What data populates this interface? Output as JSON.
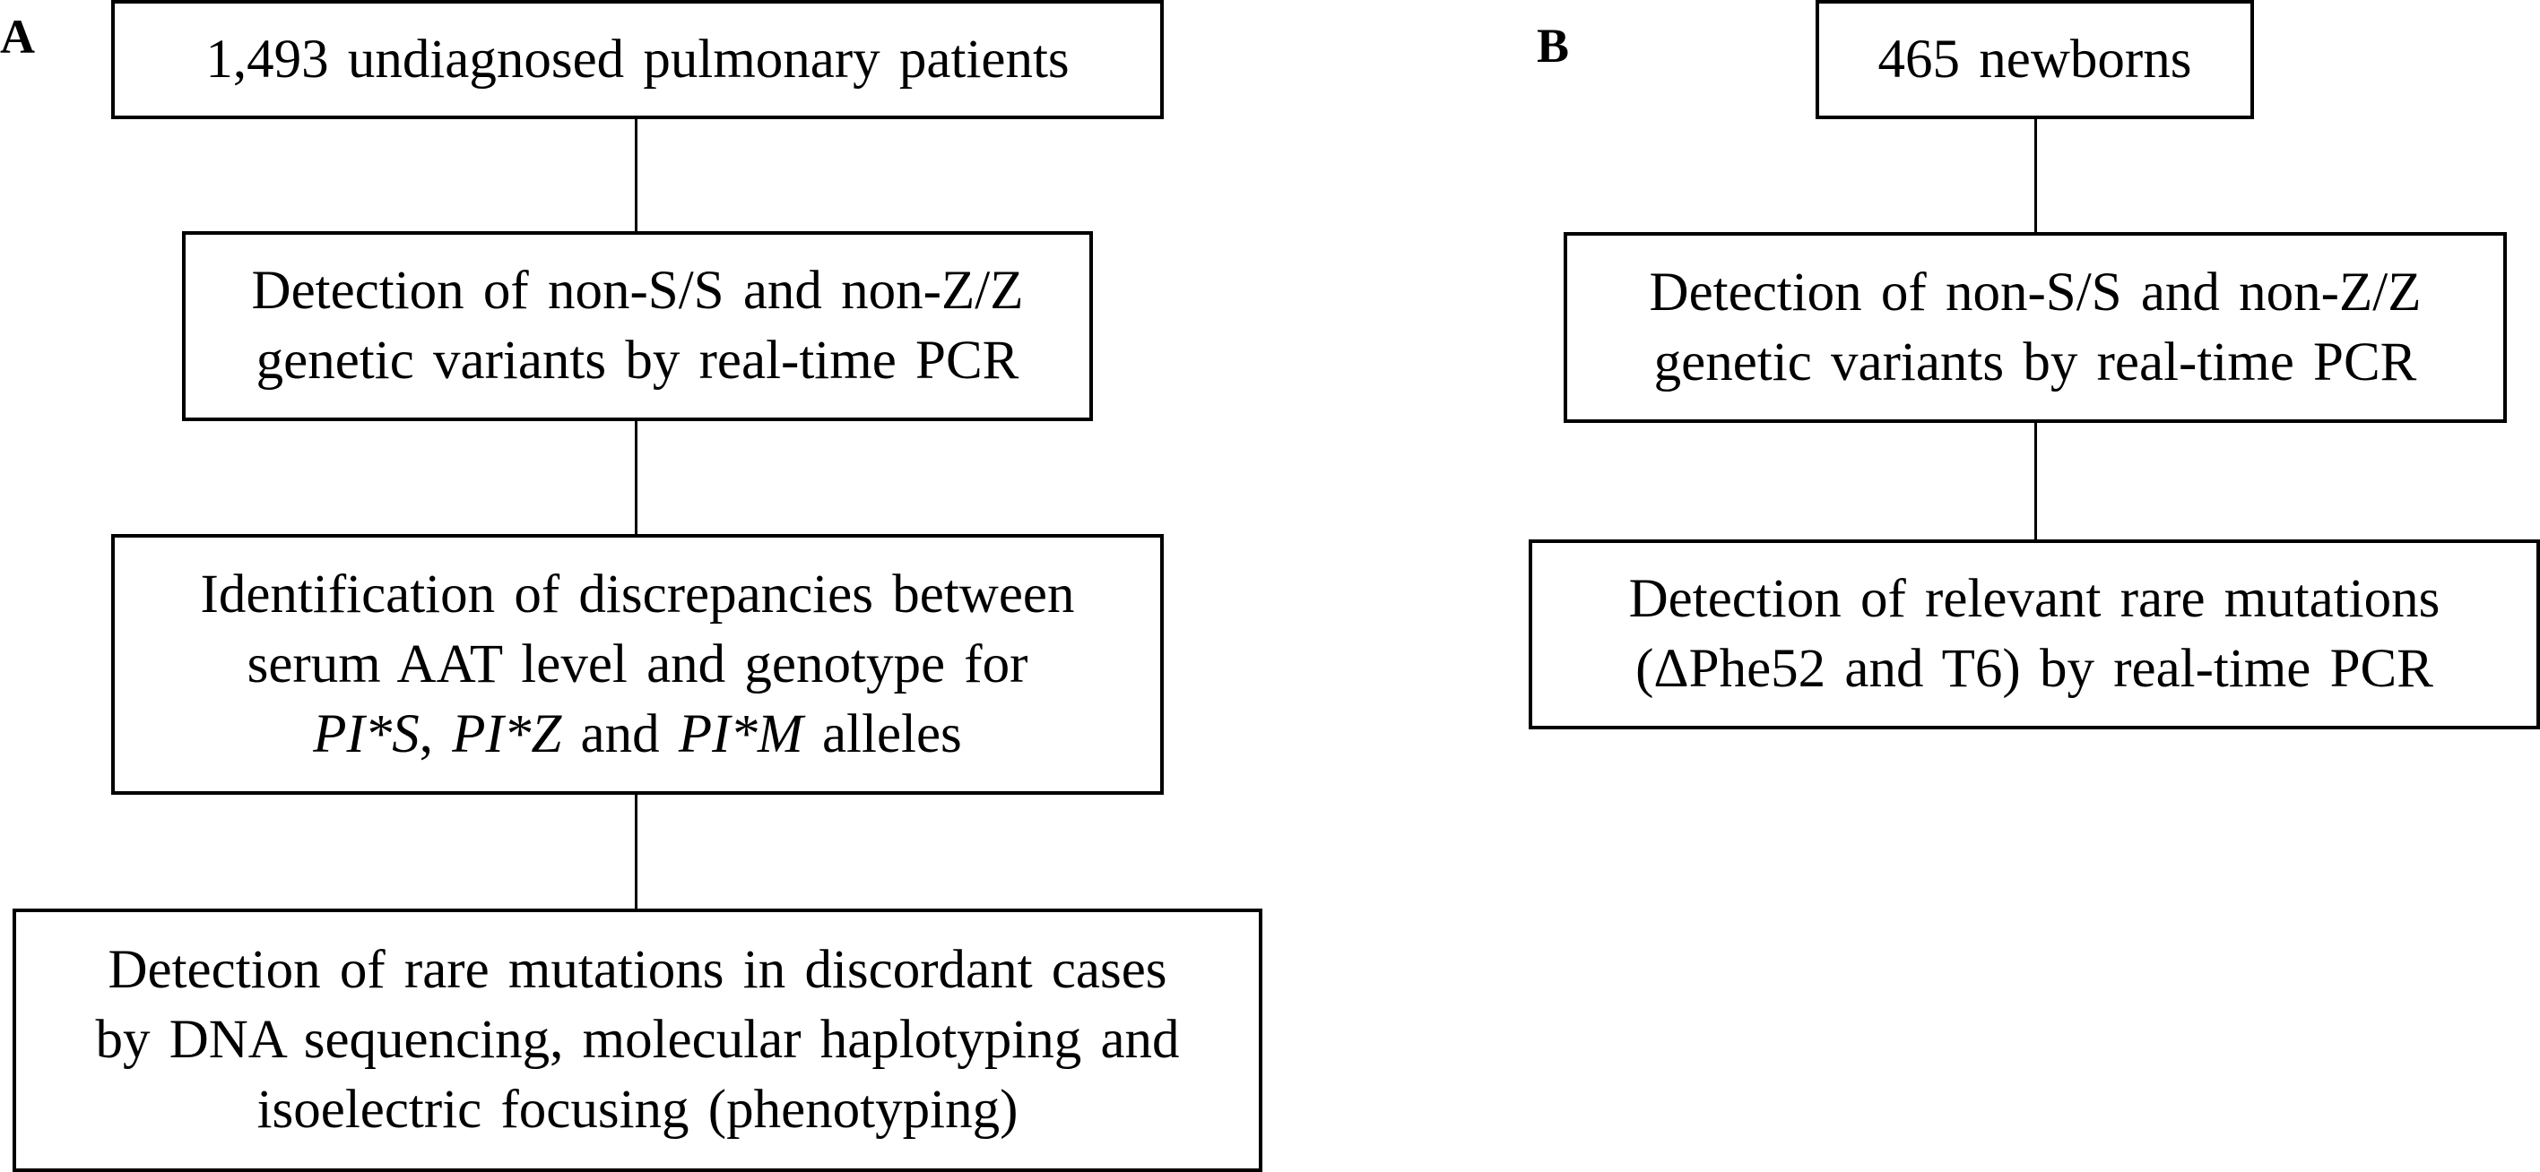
{
  "panel_a": {
    "label": "A",
    "step1": "1,493 undiagnosed pulmonary patients",
    "step2": {
      "line1": "Detection of non-S/S and non-Z/Z",
      "line2": "genetic variants by real-time PCR"
    },
    "step3": {
      "line1": "Identification of discrepancies between",
      "line2": "serum AAT level and genotype for",
      "allele1": "PI*S",
      "sep1": ", ",
      "allele2": "PI*Z",
      "sep2": " and ",
      "allele3": "PI*M",
      "suffix": " alleles"
    },
    "step4": {
      "line1": "Detection of rare mutations in discordant cases",
      "line2": "by DNA sequencing, molecular haplotyping and",
      "line3": "isoelectric focusing (phenotyping)"
    }
  },
  "panel_b": {
    "label": "B",
    "step1": "465 newborns",
    "step2": {
      "line1": "Detection of non-S/S and non-Z/Z",
      "line2": "genetic variants by real-time PCR"
    },
    "step3": {
      "line1": "Detection of relevant rare mutations",
      "line2": "(ΔPhe52 and T6) by real-time PCR"
    }
  }
}
